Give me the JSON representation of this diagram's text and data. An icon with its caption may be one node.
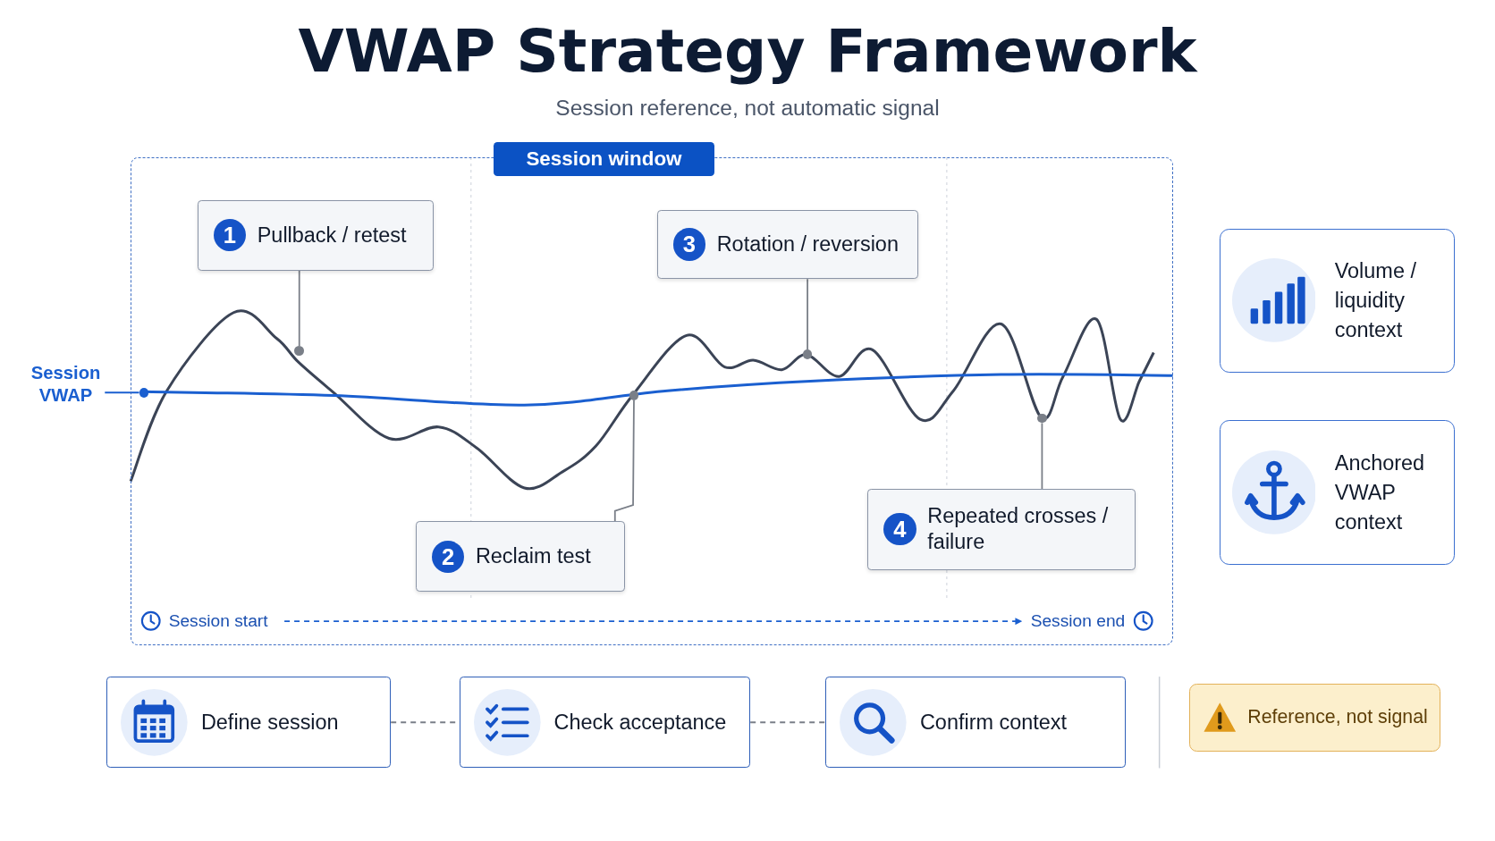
{
  "diagram": {
    "title": "VWAP Strategy Framework",
    "nodes": [
      {
        "text": [
          "Session window"
        ]
      },
      {
        "text": [
          "1",
          "Pullback / retest"
        ],
        "in": 0
      },
      {
        "text": [
          "3",
          "Rotation / reversion"
        ],
        "in": 0
      },
      {
        "text": [
          "Session VWAP"
        ]
      },
      {
        "text": [],
        "shape": "circle",
        "in": 0
      },
      {
        "text": [],
        "shape": "circle",
        "in": 0
      },
      {
        "text": [],
        "shape": "circle",
        "in": 0
      },
      {
        "text": [],
        "shape": "circle",
        "in": 0
      },
      {
        "text": [],
        "shape": "circle",
        "in": 0
      },
      {
        "text": [
          "2",
          "Reclaim test"
        ],
        "in": 0
      },
      {
        "text": [
          "4",
          "Repeated crosses / failure"
        ],
        "in": 0
      },
      {
        "text": [
          "Session start"
        ],
        "in": 0
      },
      {
        "text": [
          "Session end"
        ],
        "in": 0
      },
      {
        "text": [
          "Volume / liquidity context"
        ]
      },
      {
        "text": [
          "Anchored VWAP context"
        ]
      },
      {
        "text": [
          "Define session"
        ]
      },
      {
        "text": [
          "Check acceptance"
        ]
      },
      {
        "text": [
          "Confirm context"
        ]
      },
      {
        "text": [
          "Reference, not signal"
        ]
      }
    ],
    "edges": [
      {
        "from": 3,
        "to": 4,
        "arrow": "none",
        "color": "#1a5fd0"
      },
      {
        "from": 1,
        "to": 5,
        "arrow": "none"
      },
      {
        "from": 2,
        "to": 7,
        "arrow": "none"
      },
      {
        "from": 9,
        "to": 6,
        "arrow": "none"
      },
      {
        "from": 10,
        "to": 8,
        "arrow": "none"
      },
      {
        "from": 11,
        "to": 12,
        "arrow": "to",
        "style": "dashed",
        "color": "#1a5fd0"
      },
      {
        "from": 15,
        "to": 16,
        "arrow": "none",
        "style": "dashed"
      },
      {
        "from": 16,
        "to": 17,
        "arrow": "none",
        "style": "dashed"
      }
    ],
    "labels": [
      "Session reference, not automatic signal"
    ]
  }
}
